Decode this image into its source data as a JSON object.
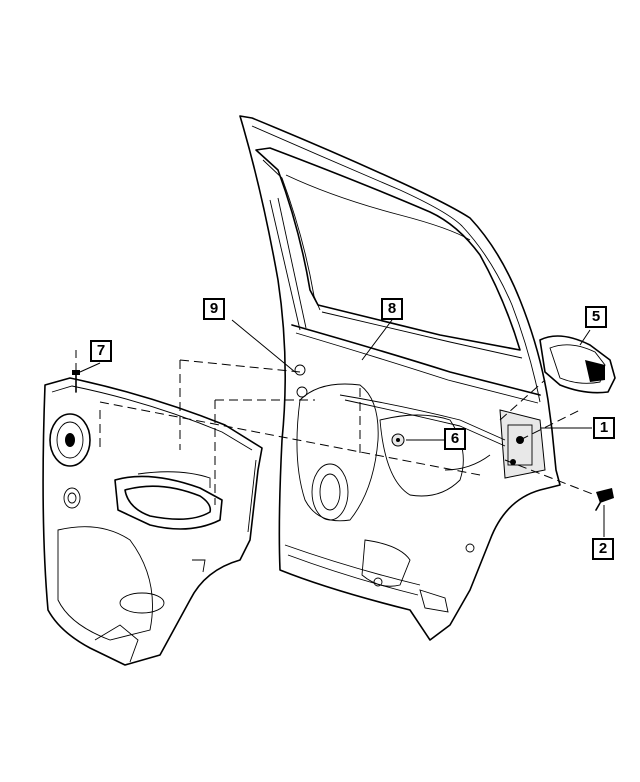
{
  "callouts": [
    {
      "id": "1",
      "label": "1"
    },
    {
      "id": "2",
      "label": "2"
    },
    {
      "id": "5",
      "label": "5"
    },
    {
      "id": "6",
      "label": "6"
    },
    {
      "id": "7",
      "label": "7"
    },
    {
      "id": "8",
      "label": "8"
    },
    {
      "id": "9",
      "label": "9"
    }
  ],
  "colors": {
    "line": "#000000",
    "background": "#ffffff"
  }
}
